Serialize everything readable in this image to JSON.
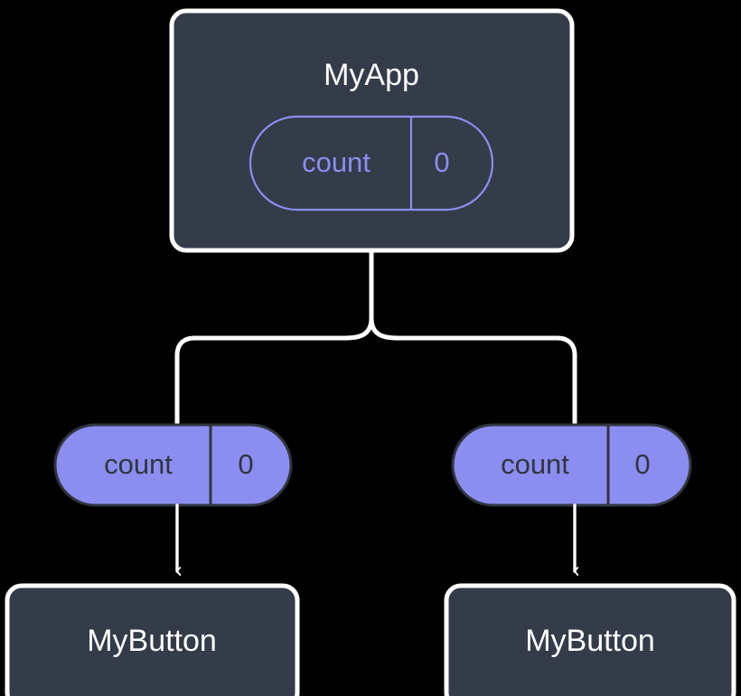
{
  "diagram": {
    "type": "component-tree",
    "background_color": "#000000",
    "palette": {
      "card_fill": "#343b49",
      "card_border": "#ffffff",
      "pill_fill": "#8b8ef0",
      "pill_outline": "#8b8ef0",
      "pill_filled_text": "#31353f",
      "pill_outline_text": "#8b8ef0",
      "connector": "#ffffff",
      "title_text": "#ffffff"
    },
    "root": {
      "id": "myapp",
      "title": "MyApp",
      "state_pill": {
        "key": "count",
        "value": "0",
        "style": "outlined"
      }
    },
    "branches": [
      {
        "id": "branch-left",
        "prop_pill": {
          "key": "count",
          "value": "0",
          "style": "filled"
        },
        "child": {
          "id": "mybutton-left",
          "title": "MyButton"
        }
      },
      {
        "id": "branch-right",
        "prop_pill": {
          "key": "count",
          "value": "0",
          "style": "filled"
        },
        "child": {
          "id": "mybutton-right",
          "title": "MyButton"
        }
      }
    ]
  }
}
